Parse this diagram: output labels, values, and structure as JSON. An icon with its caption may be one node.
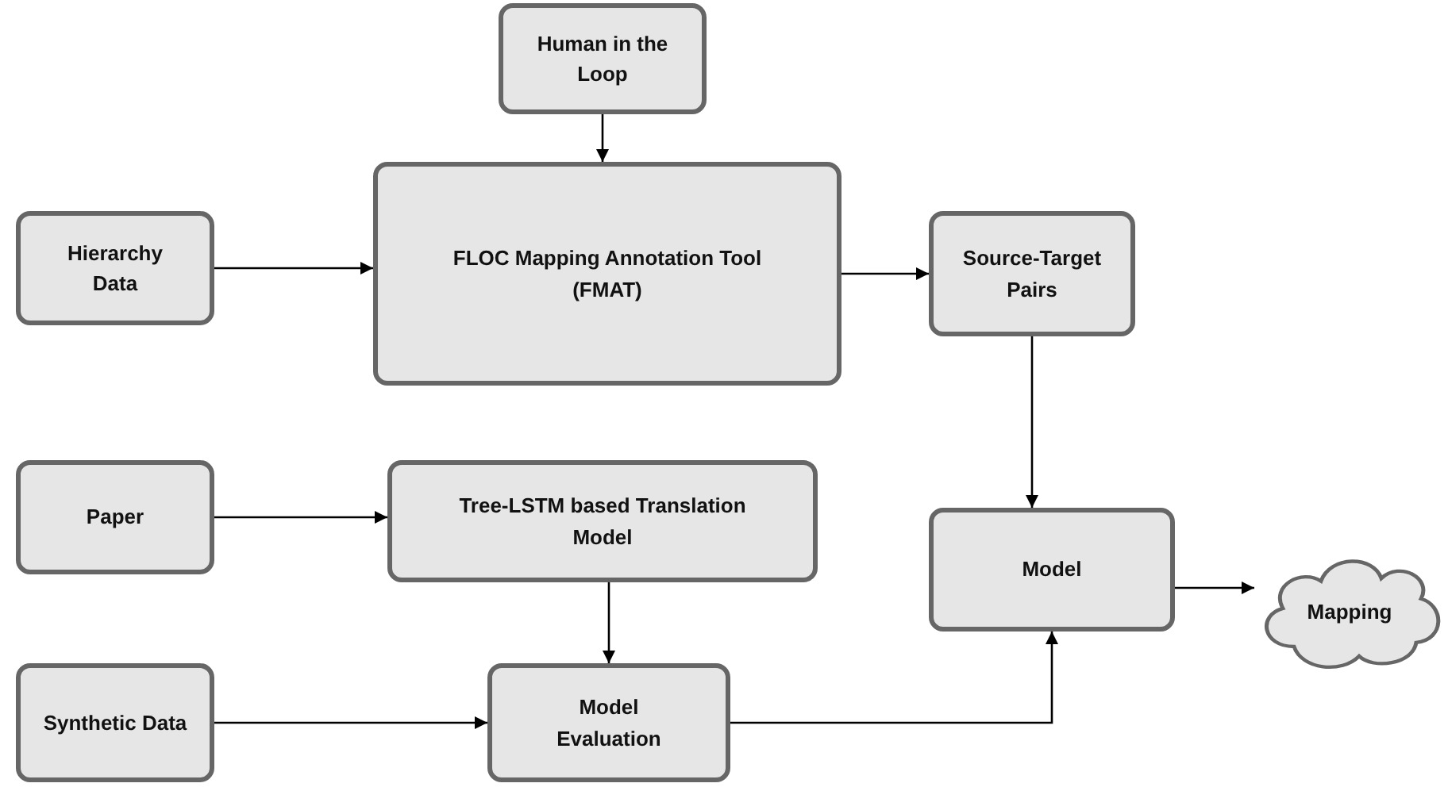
{
  "diagram": {
    "nodes": [
      {
        "text": [
          "Human in the Loop"
        ]
      },
      {
        "text": [
          "Hierarchy Data"
        ]
      },
      {
        "text": [
          "FLOC Mapping Annotation Tool (FMAT)"
        ]
      },
      {
        "text": [
          "Source-Target Pairs"
        ]
      },
      {
        "text": [
          "Paper"
        ]
      },
      {
        "text": [
          "Tree-LSTM based Translation Model"
        ]
      },
      {
        "text": [
          "Model"
        ]
      },
      {
        "text": [
          "Mapping"
        ]
      },
      {
        "text": [
          "Synthetic Data"
        ]
      },
      {
        "text": [
          "Model Evaluation"
        ]
      }
    ],
    "edges": [
      {
        "from": 0,
        "to": 2,
        "arrow": "to"
      },
      {
        "from": 1,
        "to": 2,
        "arrow": "to"
      },
      {
        "from": 2,
        "to": 3,
        "arrow": "to"
      },
      {
        "from": 3,
        "to": 6,
        "arrow": "to"
      },
      {
        "from": 4,
        "to": 5,
        "arrow": "to"
      },
      {
        "from": 5,
        "to": 9,
        "arrow": "to"
      },
      {
        "from": 8,
        "to": 9,
        "arrow": "to"
      },
      {
        "from": 9,
        "to": 6,
        "arrow": "to"
      },
      {
        "from": 6,
        "to": 7,
        "arrow": "to"
      }
    ]
  }
}
